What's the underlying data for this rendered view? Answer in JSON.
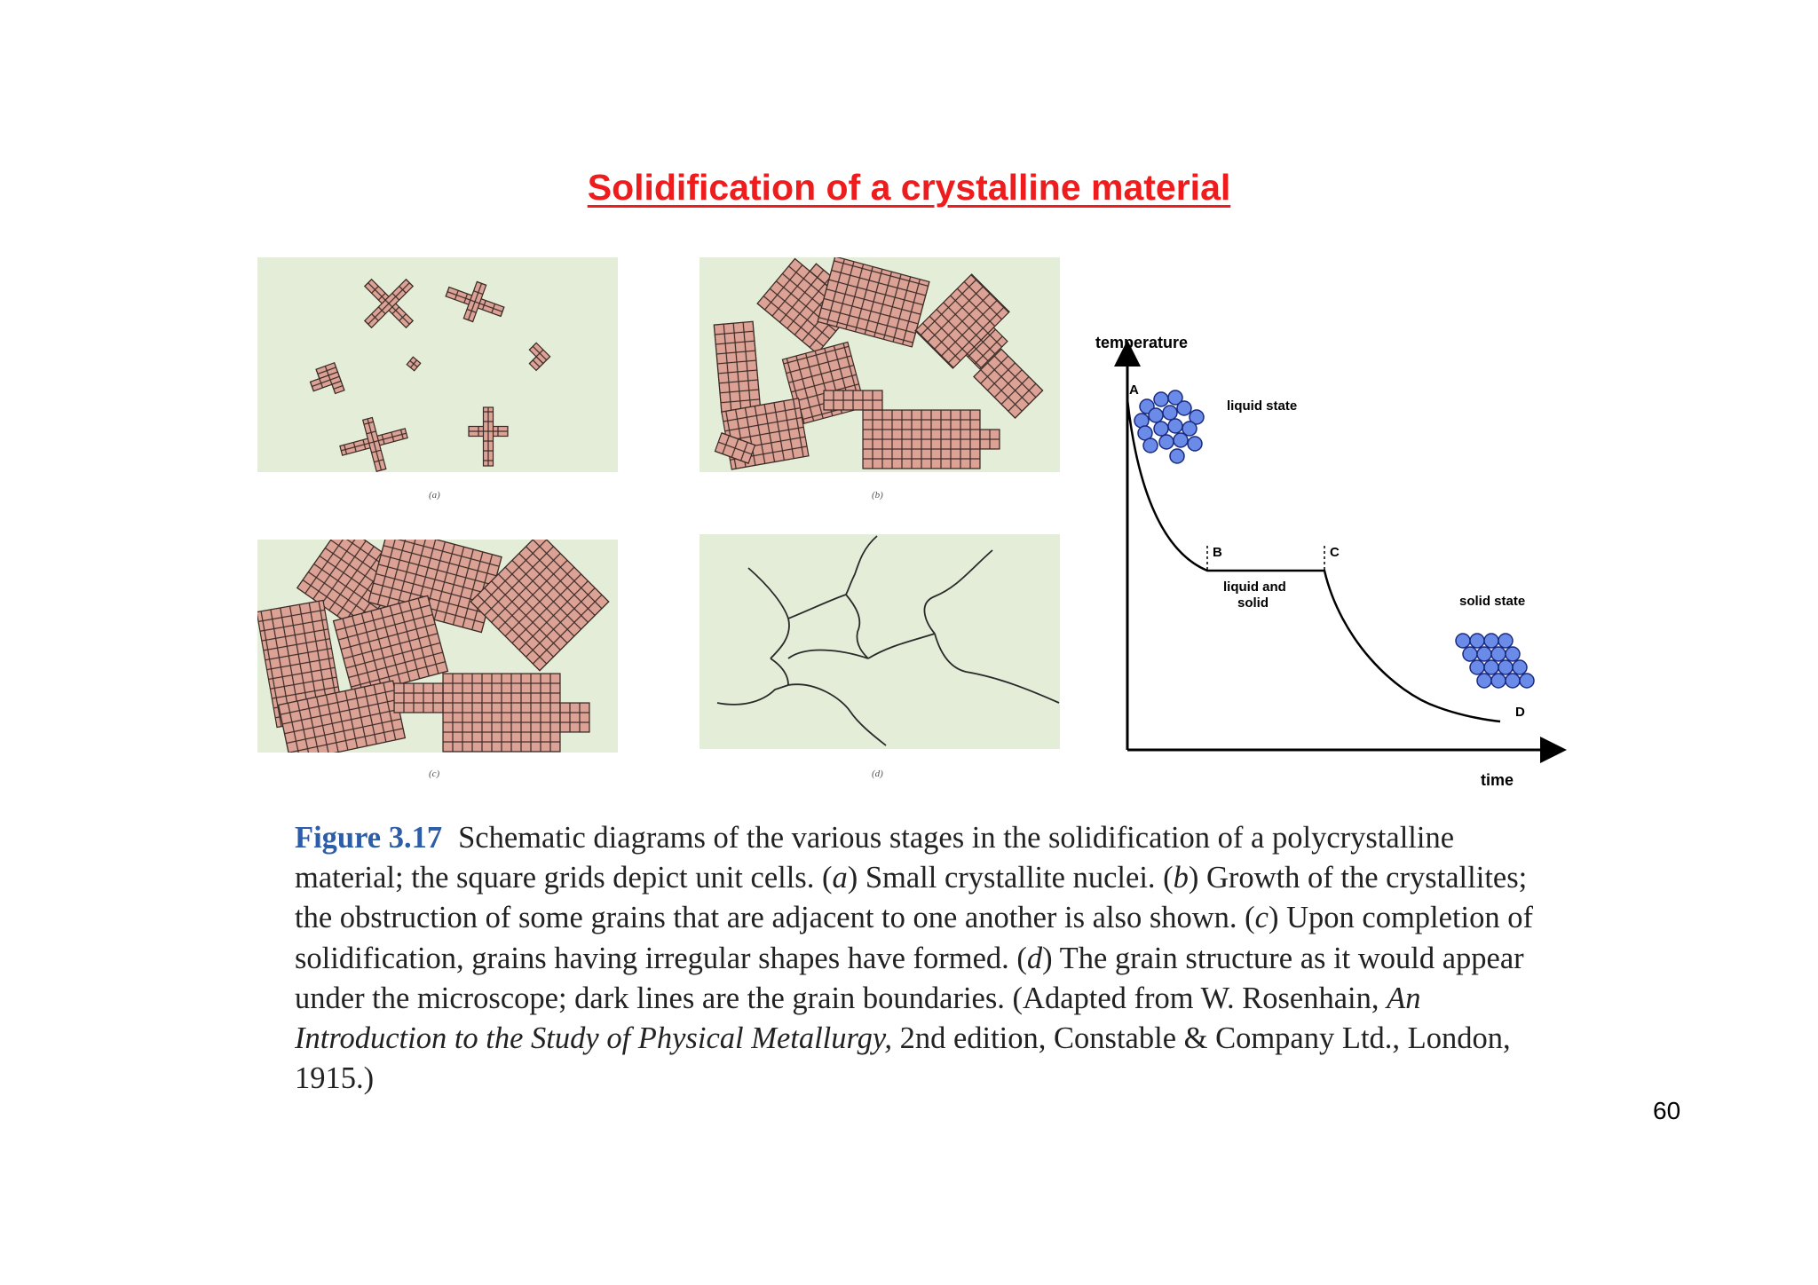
{
  "slide": {
    "title": "Solidification of a crystalline material",
    "page_number": "60"
  },
  "panels": [
    {
      "id": "a",
      "label": "(a)"
    },
    {
      "id": "b",
      "label": "(b)"
    },
    {
      "id": "c",
      "label": "(c)"
    },
    {
      "id": "d",
      "label": "(d)"
    }
  ],
  "graph": {
    "y_axis_label": "temperature",
    "x_axis_label": "time",
    "points": [
      "A",
      "B",
      "C",
      "D"
    ],
    "liquid_label": "liquid state",
    "mixed_label_line1": "liquid and",
    "mixed_label_line2": "solid",
    "solid_label": "solid state"
  },
  "caption": {
    "figure_label": "Figure 3.17",
    "part1": "Schematic diagrams of the various stages in the solidification of a polycrystalline material; the square grids depict unit cells. (",
    "a": "a",
    "part2": ") Small crystallite nuclei. (",
    "b": "b",
    "part3": ") Growth of the crystallites; the obstruction of some grains that are adjacent to one another is also shown. (",
    "c": "c",
    "part4": ") Upon completion of solidification, grains having irregular shapes have formed. (",
    "d": "d",
    "part5": ") The grain structure as it would appear under the microscope; dark lines are the grain boundaries. (Adapted from W. Rosenhain, ",
    "book_title": "An Introduction to the Study of Physical Metallurgy,",
    "part6": " 2nd edition, Constable & Company Ltd., London, 1915.)"
  },
  "colors": {
    "title": "#ee1c1c",
    "figure_label": "#2d5da8",
    "panel_bg": "#e3edd8",
    "cell_fill": "#dca295",
    "atom_fill": "#6a8ce8"
  }
}
